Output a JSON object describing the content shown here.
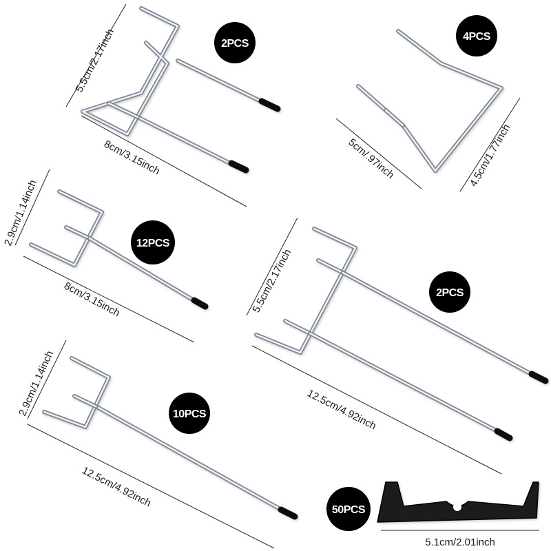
{
  "colors": {
    "background": "#ffffff",
    "badge": "#000000",
    "badge_text": "#ffffff",
    "wire_dark": "#7d8590",
    "wire_light": "#eef1f5",
    "tip": "#111111"
  },
  "products": [
    {
      "qty": "2PCS",
      "height": "5.5cm/2.17inch",
      "length": "8cm/3.15inch"
    },
    {
      "qty": "4PCS",
      "length": "5cm/.97inch",
      "height": "4.5cm/1.77inch"
    },
    {
      "qty": "12PCS",
      "height": "2.9cm/1.14inch",
      "length": "8cm/3.15inch"
    },
    {
      "qty": "2PCS",
      "height": "5.5cm/2.17inch",
      "length": "12.5cm/4.92inch"
    },
    {
      "qty": "10PCS",
      "height": "2.9cm/1.14inch",
      "length": "12.5cm/4.92inch"
    },
    {
      "qty": "50PCS",
      "length": "5.1cm/2.01inch"
    }
  ]
}
